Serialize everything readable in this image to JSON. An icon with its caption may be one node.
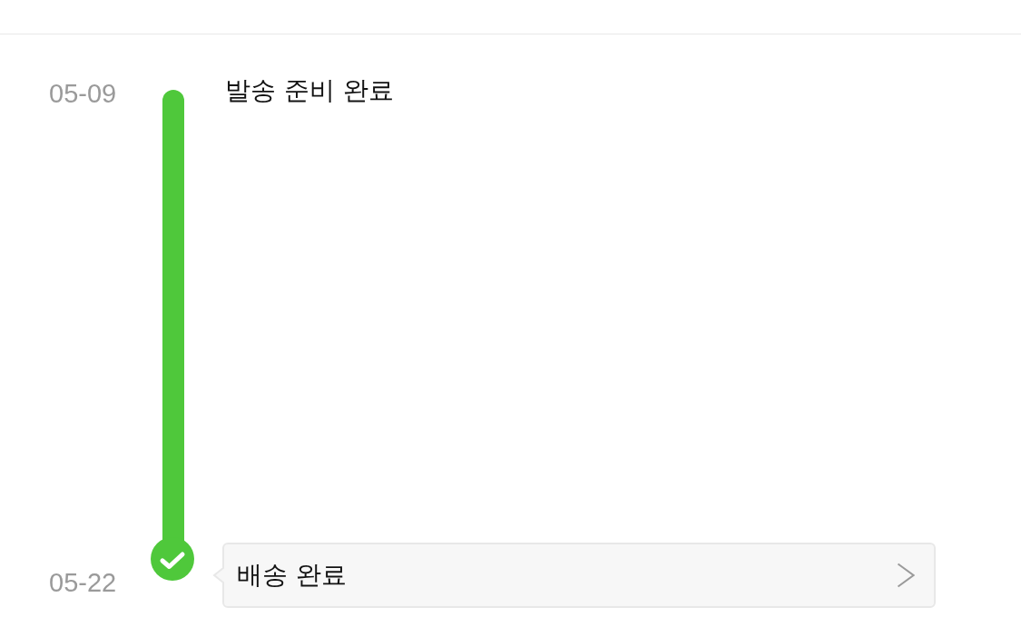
{
  "diagram": {
    "nodes": [
      {
        "text": [
          "배송 완료"
        ]
      }
    ],
    "labels": [
      "05-09",
      "발송 준비 완료",
      "05-22"
    ]
  }
}
